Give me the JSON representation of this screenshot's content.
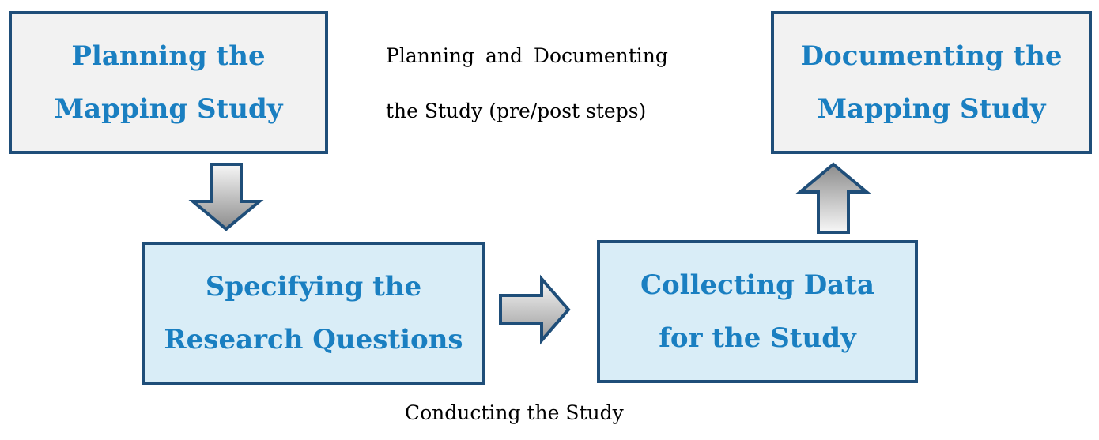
{
  "boxes": {
    "planning": {
      "line1": "Planning the",
      "line2": "Mapping Study"
    },
    "documenting": {
      "line1": "Documenting the",
      "line2": "Mapping Study"
    },
    "specifying": {
      "line1": "Specifying the",
      "line2": "Research Questions"
    },
    "collecting": {
      "line1": "Collecting Data",
      "line2": "for the Study"
    }
  },
  "captions": {
    "pre_post_line1": "Planning and Documenting",
    "pre_post_line2": "the Study (pre/post steps)",
    "conducting": "Conducting the Study"
  },
  "colors": {
    "border": "#1f4e79",
    "box_text": "#1a7fc1",
    "grey_box_fill": "#f2f2f2",
    "blue_box_fill": "#d9edf7",
    "arrow_fill_light": "#f7f7f7",
    "arrow_fill_dark": "#8c8c8c"
  }
}
